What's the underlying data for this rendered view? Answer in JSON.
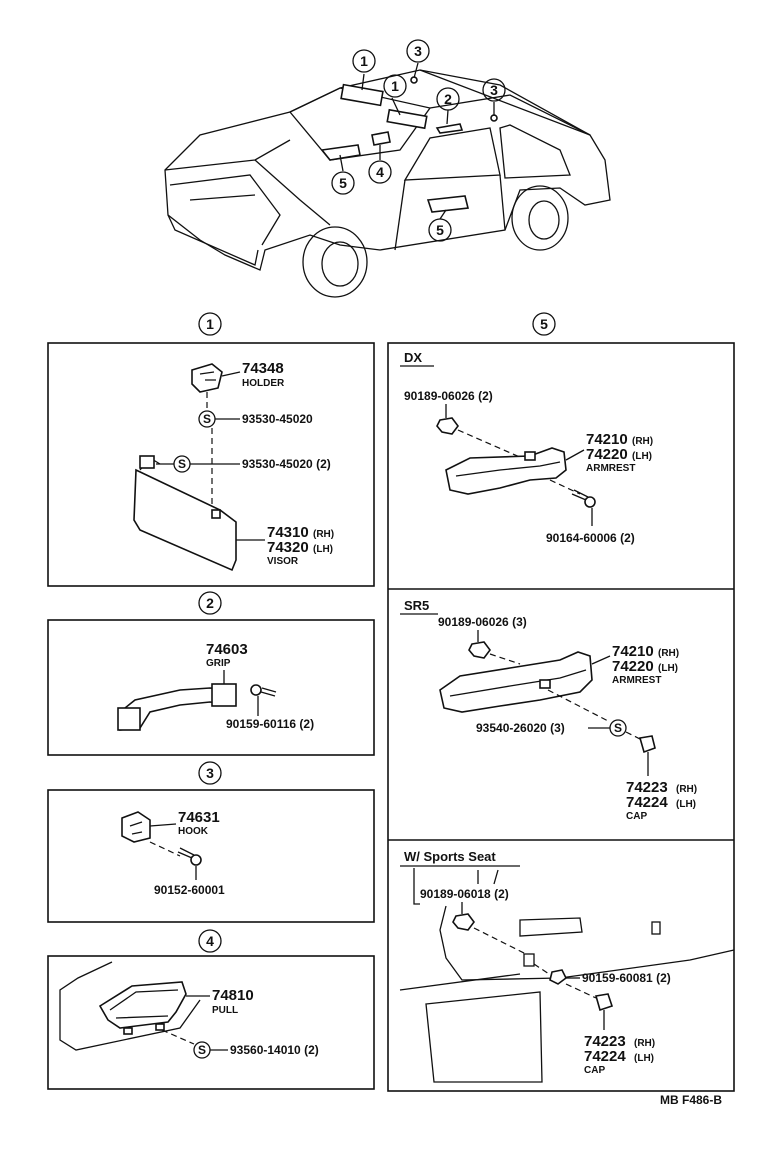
{
  "callouts": {
    "c1": "1",
    "c2": "2",
    "c3": "3",
    "c4": "4",
    "c5": "5"
  },
  "section1": {
    "holder_no": "74348",
    "holder_name": "HOLDER",
    "screw1": "93530-45020",
    "screw2": "93530-45020 (2)",
    "visor_rh": "74310",
    "visor_lh": "74320",
    "rh": "(RH)",
    "lh": "(LH)",
    "visor_name": "VISOR"
  },
  "section2": {
    "grip_no": "74603",
    "grip_name": "GRIP",
    "bolt": "90159-60116 (2)"
  },
  "section3": {
    "hook_no": "74631",
    "hook_name": "HOOK",
    "screw": "90152-60001"
  },
  "section4": {
    "pull_no": "74810",
    "pull_name": "PULL",
    "screw": "93560-14010 (2)"
  },
  "section5": {
    "dx": {
      "title": "DX",
      "nut": "90189-06026 (2)",
      "arm_rh": "74210",
      "arm_lh": "74220",
      "rh": "(RH)",
      "lh": "(LH)",
      "arm_name": "ARMREST",
      "screw": "90164-60006 (2)"
    },
    "sr5": {
      "title": "SR5",
      "nut": "90189-06026 (3)",
      "arm_rh": "74210",
      "arm_lh": "74220",
      "rh": "(RH)",
      "lh": "(LH)",
      "arm_name": "ARMREST",
      "screw": "93540-26020 (3)",
      "cap_rh": "74223",
      "cap_lh": "74224",
      "cap_name": "CAP"
    },
    "sport": {
      "title": "W/ Sports Seat",
      "nut": "90189-06018 (2)",
      "bolt": "90159-60081 (2)",
      "cap_rh": "74223",
      "cap_lh": "74224",
      "rh": "(RH)",
      "lh": "(LH)",
      "cap_name": "CAP"
    }
  },
  "footer": {
    "code": "MB  F486-B"
  }
}
